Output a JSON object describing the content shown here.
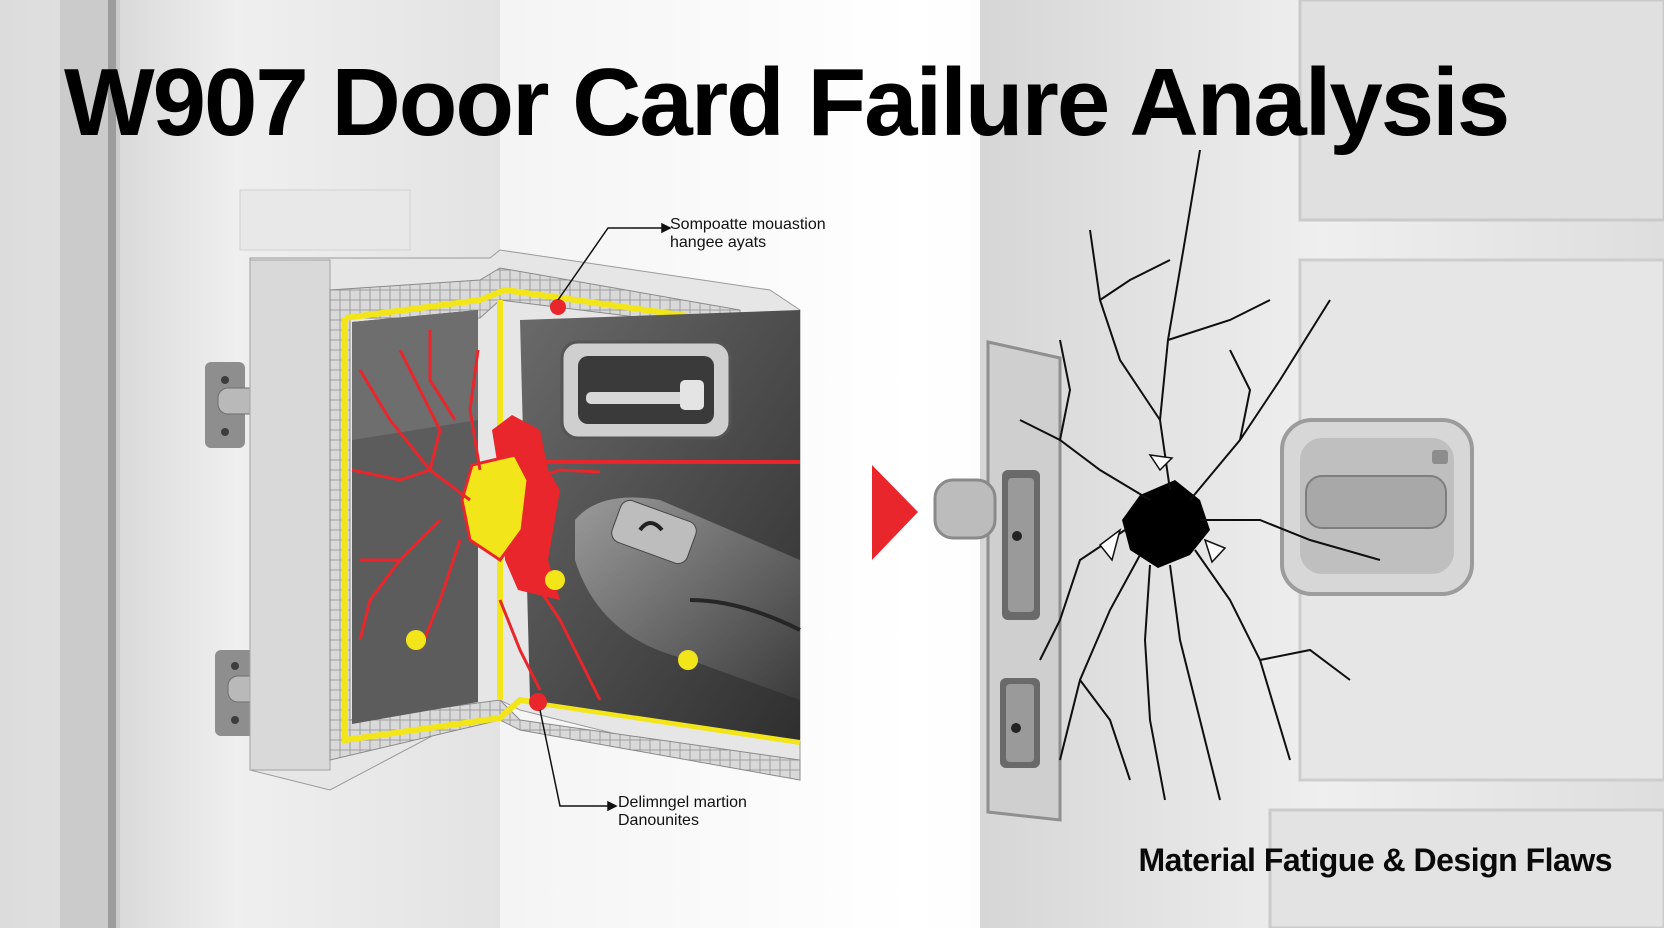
{
  "title": "W907 Door Card Failure Analysis",
  "callouts": {
    "top": {
      "line1": "Sompoatte mouastion",
      "line2": "hangee ayats"
    },
    "bottom": {
      "line1": "Delimngel martion",
      "line2": "Danounites"
    }
  },
  "subtitle": "Material Fatigue & Design Flaws",
  "colors": {
    "crack_red": "#e8262b",
    "highlight_yellow": "#f2e51a",
    "door_white": "#ededed",
    "panel_dark": "#3a3a3a",
    "text": "#000000"
  },
  "icons": {
    "arrow": "arrow-right-icon"
  }
}
